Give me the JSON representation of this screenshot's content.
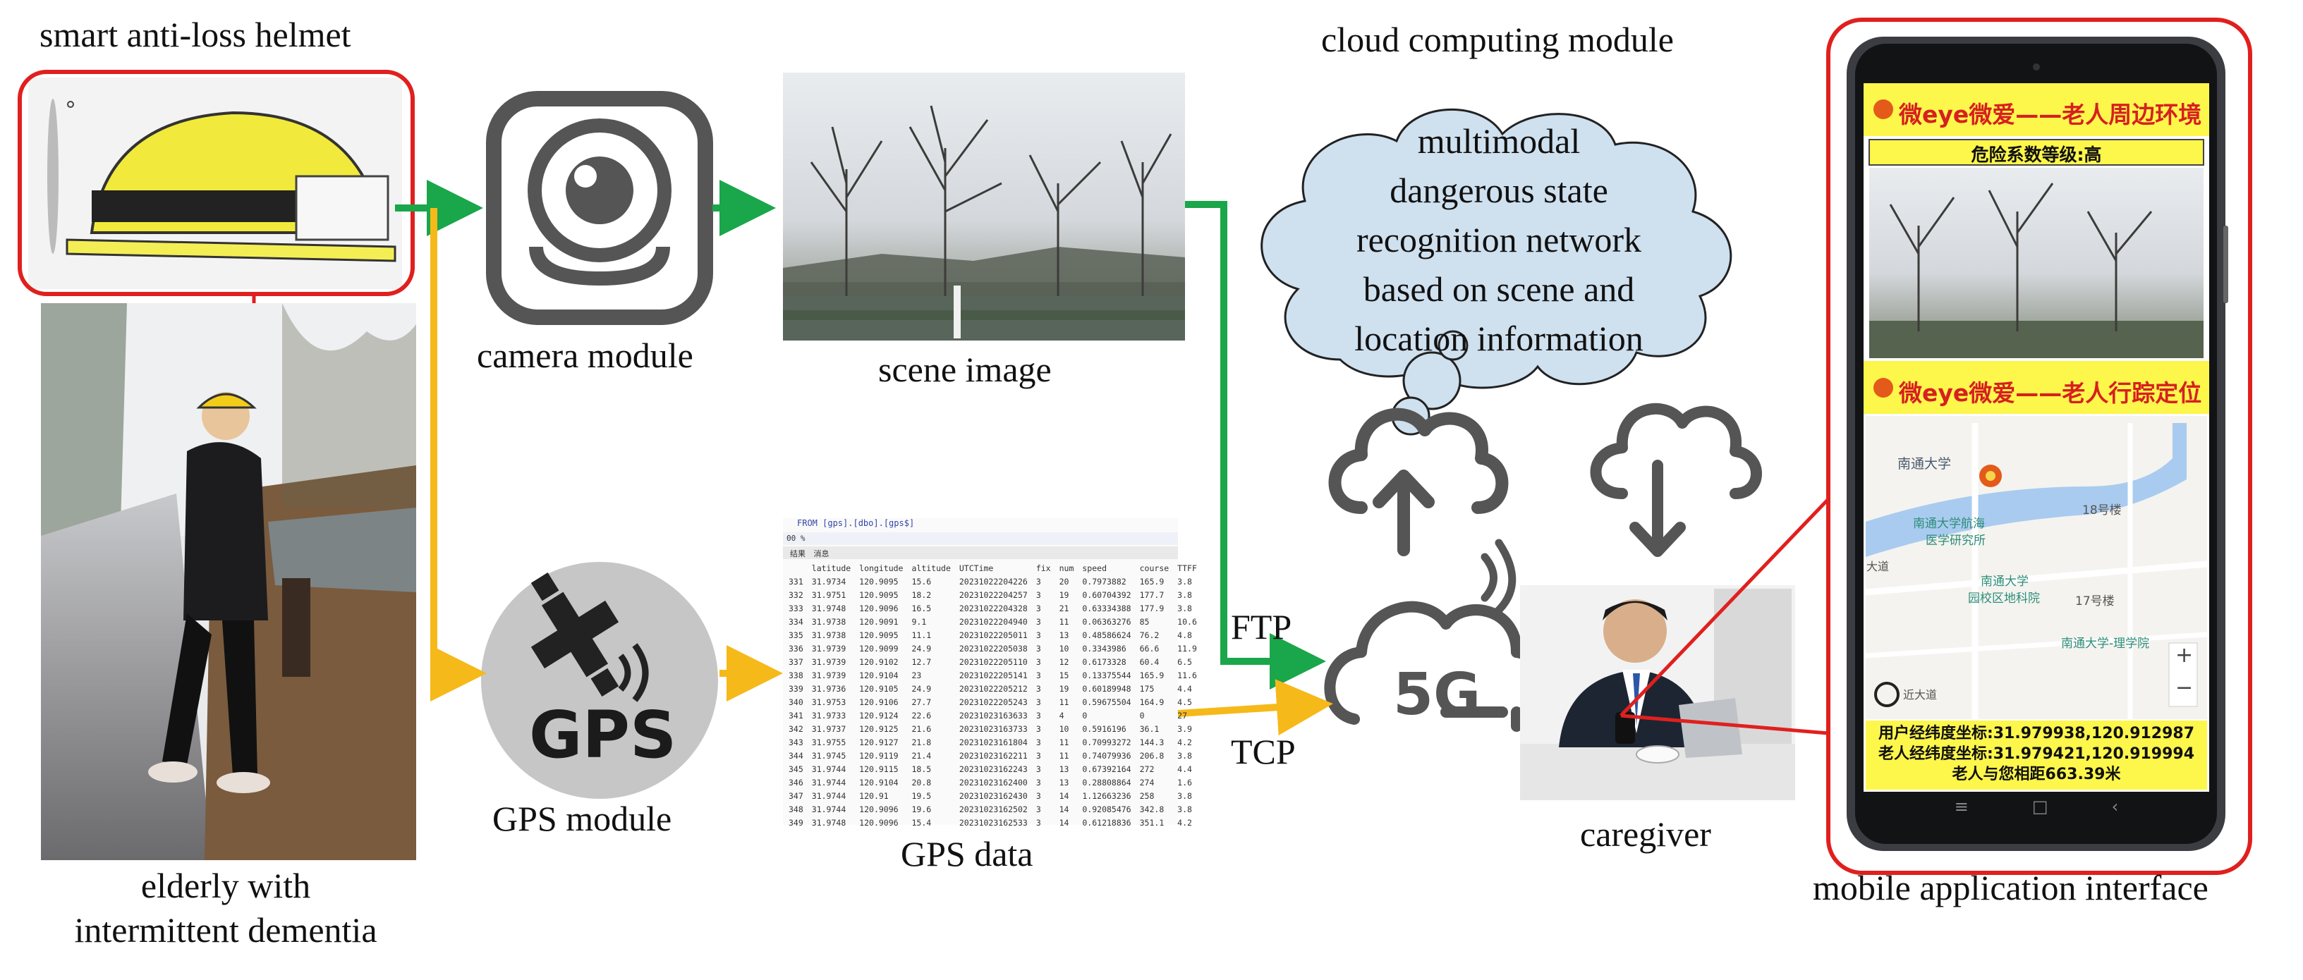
{
  "labels": {
    "helmet": "smart anti-loss helmet",
    "elderly_line1": "elderly with",
    "elderly_line2": "intermittent dementia",
    "camera": "camera module",
    "scene": "scene image",
    "gps_module": "GPS module",
    "gps_data": "GPS data",
    "cloud_title": "cloud computing module",
    "cloud_text": [
      "multimodal",
      "dangerous state",
      "recognition network",
      "based on scene and",
      "location information"
    ],
    "ftp": "FTP",
    "tcp": "TCP",
    "caregiver": "caregiver",
    "app": "mobile application interface",
    "gps_icon_text": "GPS",
    "five_g": "5G"
  },
  "phone": {
    "header1": "微eye微爱——老人周边环境",
    "danger": "危险系数等级:高",
    "header2": "微eye微爱——老人行踪定位",
    "map_labels": [
      "南通大学",
      "南通大学航海",
      "医学研究所",
      "18号楼",
      "南通大学",
      "园校区地科院",
      "17号楼",
      "南通大学-理学院",
      "大道",
      "近大道"
    ],
    "user_coord": "用户经纬度坐标:31.979938,120.912987",
    "elder_coord": "老人经纬度坐标:31.979421,120.919994",
    "distance": "老人与您相距663.39米",
    "zoom_in": "+",
    "zoom_out": "−",
    "nav": [
      "≡",
      "□",
      "‹"
    ]
  },
  "gps_table": {
    "query_line": "FROM [gps].[dbo].[gps$]",
    "zoom": "00 %",
    "tabs": [
      "结果",
      "消息"
    ],
    "columns": [
      "",
      "latitude",
      "longitude",
      "altitude",
      "UTCTime",
      "fix",
      "num",
      "speed",
      "course",
      "TTFF"
    ],
    "rows": [
      [
        "331",
        "31.9734",
        "120.9095",
        "15.6",
        "20231022204226",
        "3",
        "20",
        "0.7973882",
        "165.9",
        "3.8"
      ],
      [
        "332",
        "31.9751",
        "120.9095",
        "18.2",
        "20231022204257",
        "3",
        "19",
        "0.60704392",
        "177.7",
        "3.8"
      ],
      [
        "333",
        "31.9748",
        "120.9096",
        "16.5",
        "20231022204328",
        "3",
        "21",
        "0.63334388",
        "177.9",
        "3.8"
      ],
      [
        "334",
        "31.9738",
        "120.9091",
        "9.1",
        "20231022204940",
        "3",
        "11",
        "0.06363276",
        "85",
        "10.6"
      ],
      [
        "335",
        "31.9738",
        "120.9095",
        "11.1",
        "20231022205011",
        "3",
        "13",
        "0.48586624",
        "76.2",
        "4.8"
      ],
      [
        "336",
        "31.9739",
        "120.9099",
        "24.9",
        "20231022205038",
        "3",
        "10",
        "0.3343986",
        "66.6",
        "11.9"
      ],
      [
        "337",
        "31.9739",
        "120.9102",
        "12.7",
        "20231022205110",
        "3",
        "12",
        "0.6173328",
        "60.4",
        "6.5"
      ],
      [
        "338",
        "31.9739",
        "120.9104",
        "23",
        "20231022205141",
        "3",
        "15",
        "0.13375544",
        "165.9",
        "11.6"
      ],
      [
        "339",
        "31.9736",
        "120.9105",
        "24.9",
        "20231022205212",
        "3",
        "19",
        "0.60189948",
        "175",
        "4.4"
      ],
      [
        "340",
        "31.9753",
        "120.9106",
        "27.7",
        "20231022205243",
        "3",
        "11",
        "0.59675504",
        "164.9",
        "4.5"
      ],
      [
        "341",
        "31.9733",
        "120.9124",
        "22.6",
        "20231023163633",
        "3",
        "4",
        "0",
        "0",
        "27"
      ],
      [
        "342",
        "31.9737",
        "120.9125",
        "21.6",
        "20231023163733",
        "3",
        "10",
        "0.5916196",
        "36.1",
        "3.9"
      ],
      [
        "343",
        "31.9755",
        "120.9127",
        "21.8",
        "20231023161804",
        "3",
        "11",
        "0.70993272",
        "144.3",
        "4.2"
      ],
      [
        "344",
        "31.9745",
        "120.9119",
        "21.4",
        "20231023162211",
        "3",
        "11",
        "0.74079936",
        "206.8",
        "3.8"
      ],
      [
        "345",
        "31.9744",
        "120.9115",
        "18.5",
        "20231023162243",
        "3",
        "13",
        "0.67392164",
        "272",
        "4.4"
      ],
      [
        "346",
        "31.9744",
        "120.9104",
        "20.8",
        "20231023162400",
        "3",
        "13",
        "0.28808864",
        "274",
        "1.6"
      ],
      [
        "347",
        "31.9744",
        "120.91",
        "19.5",
        "20231023162430",
        "3",
        "14",
        "1.12663236",
        "258",
        "3.8"
      ],
      [
        "348",
        "31.9744",
        "120.9096",
        "19.6",
        "20231023162502",
        "3",
        "14",
        "0.92085476",
        "342.8",
        "3.8"
      ],
      [
        "349",
        "31.9748",
        "120.9096",
        "15.4",
        "20231023162533",
        "3",
        "14",
        "0.61218836",
        "351.1",
        "4.2"
      ]
    ]
  },
  "colors": {
    "green_arrow": "#1aa64a",
    "yellow_arrow": "#f6b91a",
    "red_outline": "#e0201e",
    "cloud_fill": "#cfe0ef",
    "phone_yellow": "#fdf64b",
    "icon_gray": "#555555"
  }
}
